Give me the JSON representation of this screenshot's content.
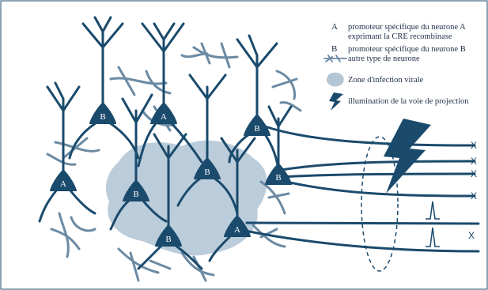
{
  "colors": {
    "neuron": "#1a4a6c",
    "other_neuron": "#6b8aa3",
    "infection_zone": "#b4c6d6",
    "text": "#1f2f48"
  },
  "legend": {
    "a_key": "A",
    "a_line1": "promoteur spécifique du neurone A",
    "a_line2": "exprimant la CRE recombinase",
    "b_key": "B",
    "b_line1": "promoteur spécifique du neurone B",
    "other_neuron": "autre type de neurone",
    "infection_zone": "Zone d'infection virale",
    "illumination": "illumination de la voie de projection",
    "other_neuron_icon": "neuron-icon",
    "infection_icon": "blob-icon",
    "lightning_icon": "lightning-icon"
  },
  "neurons": [
    {
      "label": "B"
    },
    {
      "label": "A"
    },
    {
      "label": "B"
    },
    {
      "label": "B"
    },
    {
      "label": "A"
    },
    {
      "label": "B"
    },
    {
      "label": "B"
    },
    {
      "label": "B"
    },
    {
      "label": "A"
    }
  ],
  "axon_marks": [
    "X",
    "X",
    "X",
    "X",
    "X"
  ]
}
